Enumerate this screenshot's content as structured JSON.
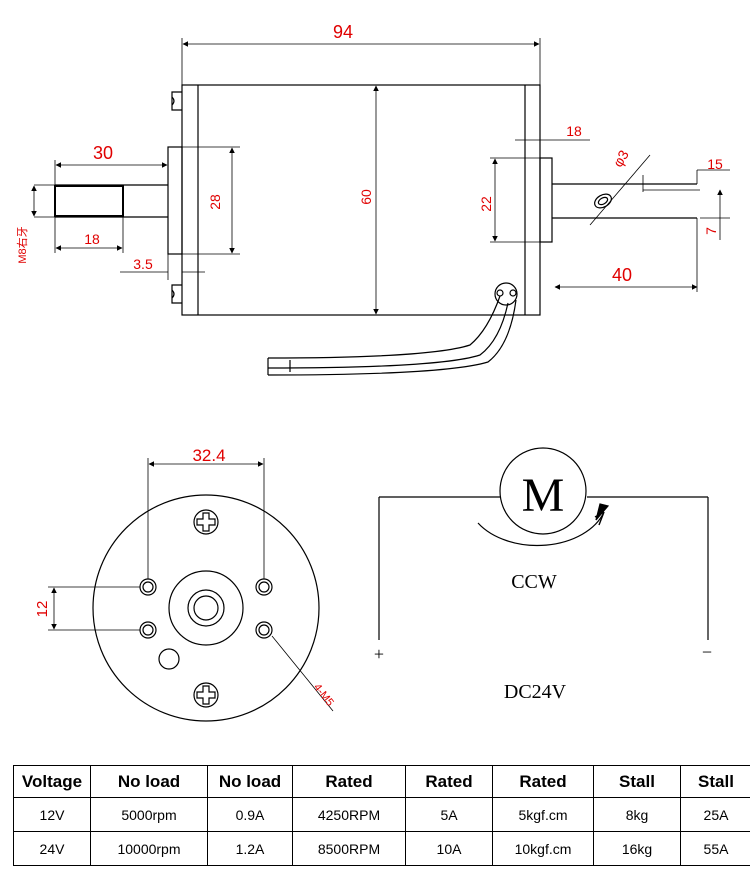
{
  "side_view": {
    "dims": {
      "overall_length": "94",
      "shaft_length_left": "30",
      "thread_length": "18",
      "thread_label": "M8右牙",
      "boss_gap": "3.5",
      "boss_height": "28",
      "body_diameter": "60",
      "rear_boss_depth": "18",
      "rear_boss_height": "22",
      "pin_hole": "φ3",
      "hole_offset": "15",
      "shaft_height": "7",
      "rear_shaft_length": "40"
    }
  },
  "end_view": {
    "dims": {
      "hole_spacing": "32.4",
      "hole_vertical_spacing": "12",
      "screw_spec": "4-M5"
    }
  },
  "circuit": {
    "motor_symbol": "M",
    "rotation": "CCW",
    "plus": "+",
    "minus": "−",
    "supply": "DC24V"
  },
  "spec_table": {
    "headers": [
      "Voltage",
      "No load",
      "No load",
      "Rated",
      "Rated",
      "Rated",
      "Stall",
      "Stall"
    ],
    "rows": [
      [
        "12V",
        "5000rpm",
        "0.9A",
        "4250RPM",
        "5A",
        "5kgf.cm",
        "8kg",
        "25A"
      ],
      [
        "24V",
        "10000rpm",
        "1.2A",
        "8500RPM",
        "10A",
        "10kgf.cm",
        "16kg",
        "55A"
      ]
    ]
  }
}
